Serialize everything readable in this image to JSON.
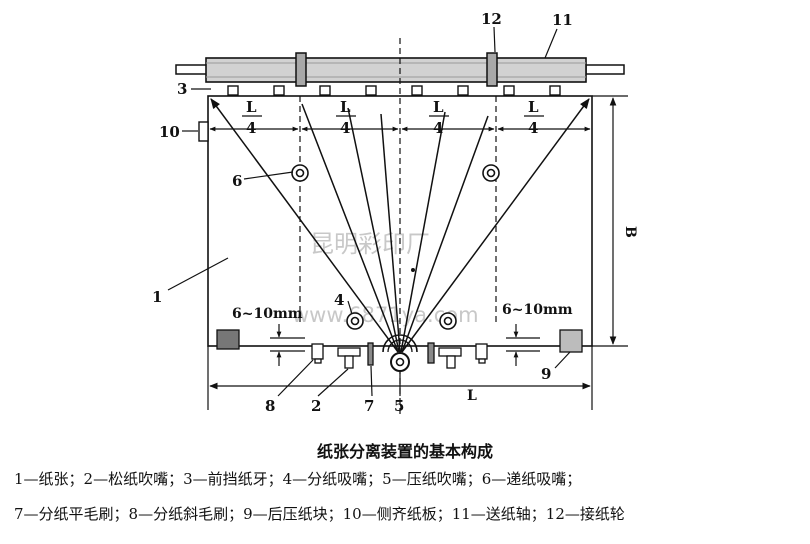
{
  "watermark": {
    "cn": "昆明彩印厂",
    "url": "www.6871ya.com"
  },
  "labels": {
    "n1": "1",
    "n2": "2",
    "n3": "3",
    "n4": "4",
    "n5": "5",
    "n6": "6",
    "n7": "7",
    "n8": "8",
    "n9": "9",
    "n10": "10",
    "n11": "11",
    "n12": "12"
  },
  "dimensions": {
    "quarter_num": "L",
    "quarter_den": "4",
    "gap_left": "6~10mm",
    "gap_right": "6~10mm",
    "length": "L",
    "breadth": "B"
  },
  "caption": {
    "title": "纸张分离装置的基本构成",
    "legend_line1": "1—纸张；2—松纸吹嘴；3—前挡纸牙；4—分纸吸嘴；5—压纸吹嘴；6—递纸吸嘴；",
    "legend_line2": "7—分纸平毛刷；8—分纸斜毛刷；9—后压纸块；10—侧齐纸板；11—送纸轴；12—接纸轮"
  }
}
